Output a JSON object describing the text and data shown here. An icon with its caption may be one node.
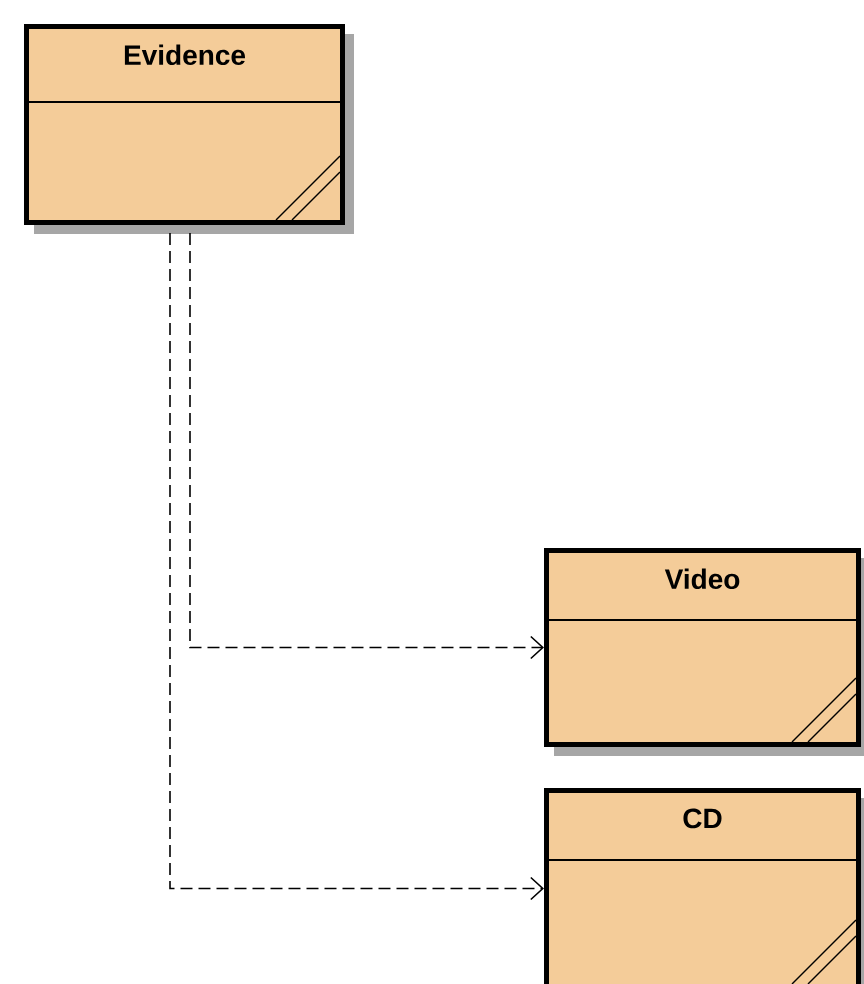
{
  "diagram": {
    "nodes": [
      {
        "text": [
          "Evidence"
        ]
      },
      {
        "text": [
          "Video"
        ]
      },
      {
        "text": [
          "CD"
        ]
      }
    ],
    "edges": [
      {
        "from": 0,
        "to": 1,
        "arrow": "to",
        "style": "dashed"
      },
      {
        "from": 0,
        "to": 2,
        "arrow": "to",
        "style": "dashed"
      }
    ]
  }
}
